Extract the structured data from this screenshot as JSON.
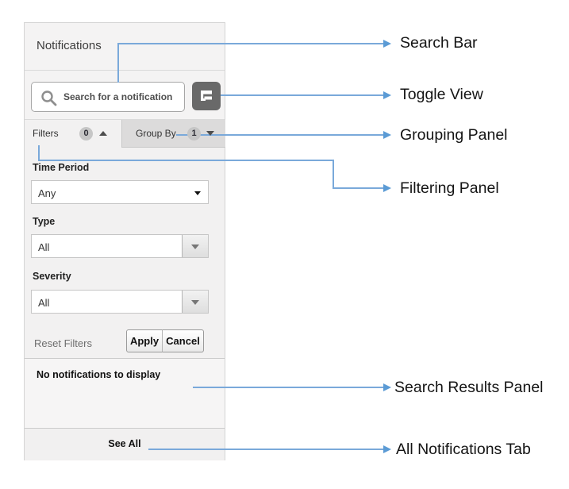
{
  "panel": {
    "title": "Notifications",
    "search": {
      "placeholder": "Search for a notification"
    },
    "tabs": {
      "filters": {
        "label": "Filters",
        "badge": "0"
      },
      "group_by": {
        "label": "Group By",
        "badge": "1"
      }
    },
    "filter_fields": [
      {
        "label": "Time Period",
        "value": "Any"
      },
      {
        "label": "Type",
        "value": "All"
      },
      {
        "label": "Severity",
        "value": "All"
      }
    ],
    "actions": {
      "reset": "Reset Filters",
      "apply": "Apply",
      "cancel": "Cancel"
    },
    "results": {
      "empty_message": "No notifications to display"
    },
    "footer": {
      "see_all": "See All"
    }
  },
  "annotations": {
    "line_color": "#7aa9da",
    "arrow_color": "#5b9bd5",
    "labels": [
      "Search Bar",
      "Toggle View",
      "Grouping Panel",
      "Filtering Panel",
      "Search Results Panel",
      "All Notifications Tab"
    ]
  },
  "colors": {
    "toggle_button": "#696969",
    "panel_background": "#f2f1f1"
  }
}
